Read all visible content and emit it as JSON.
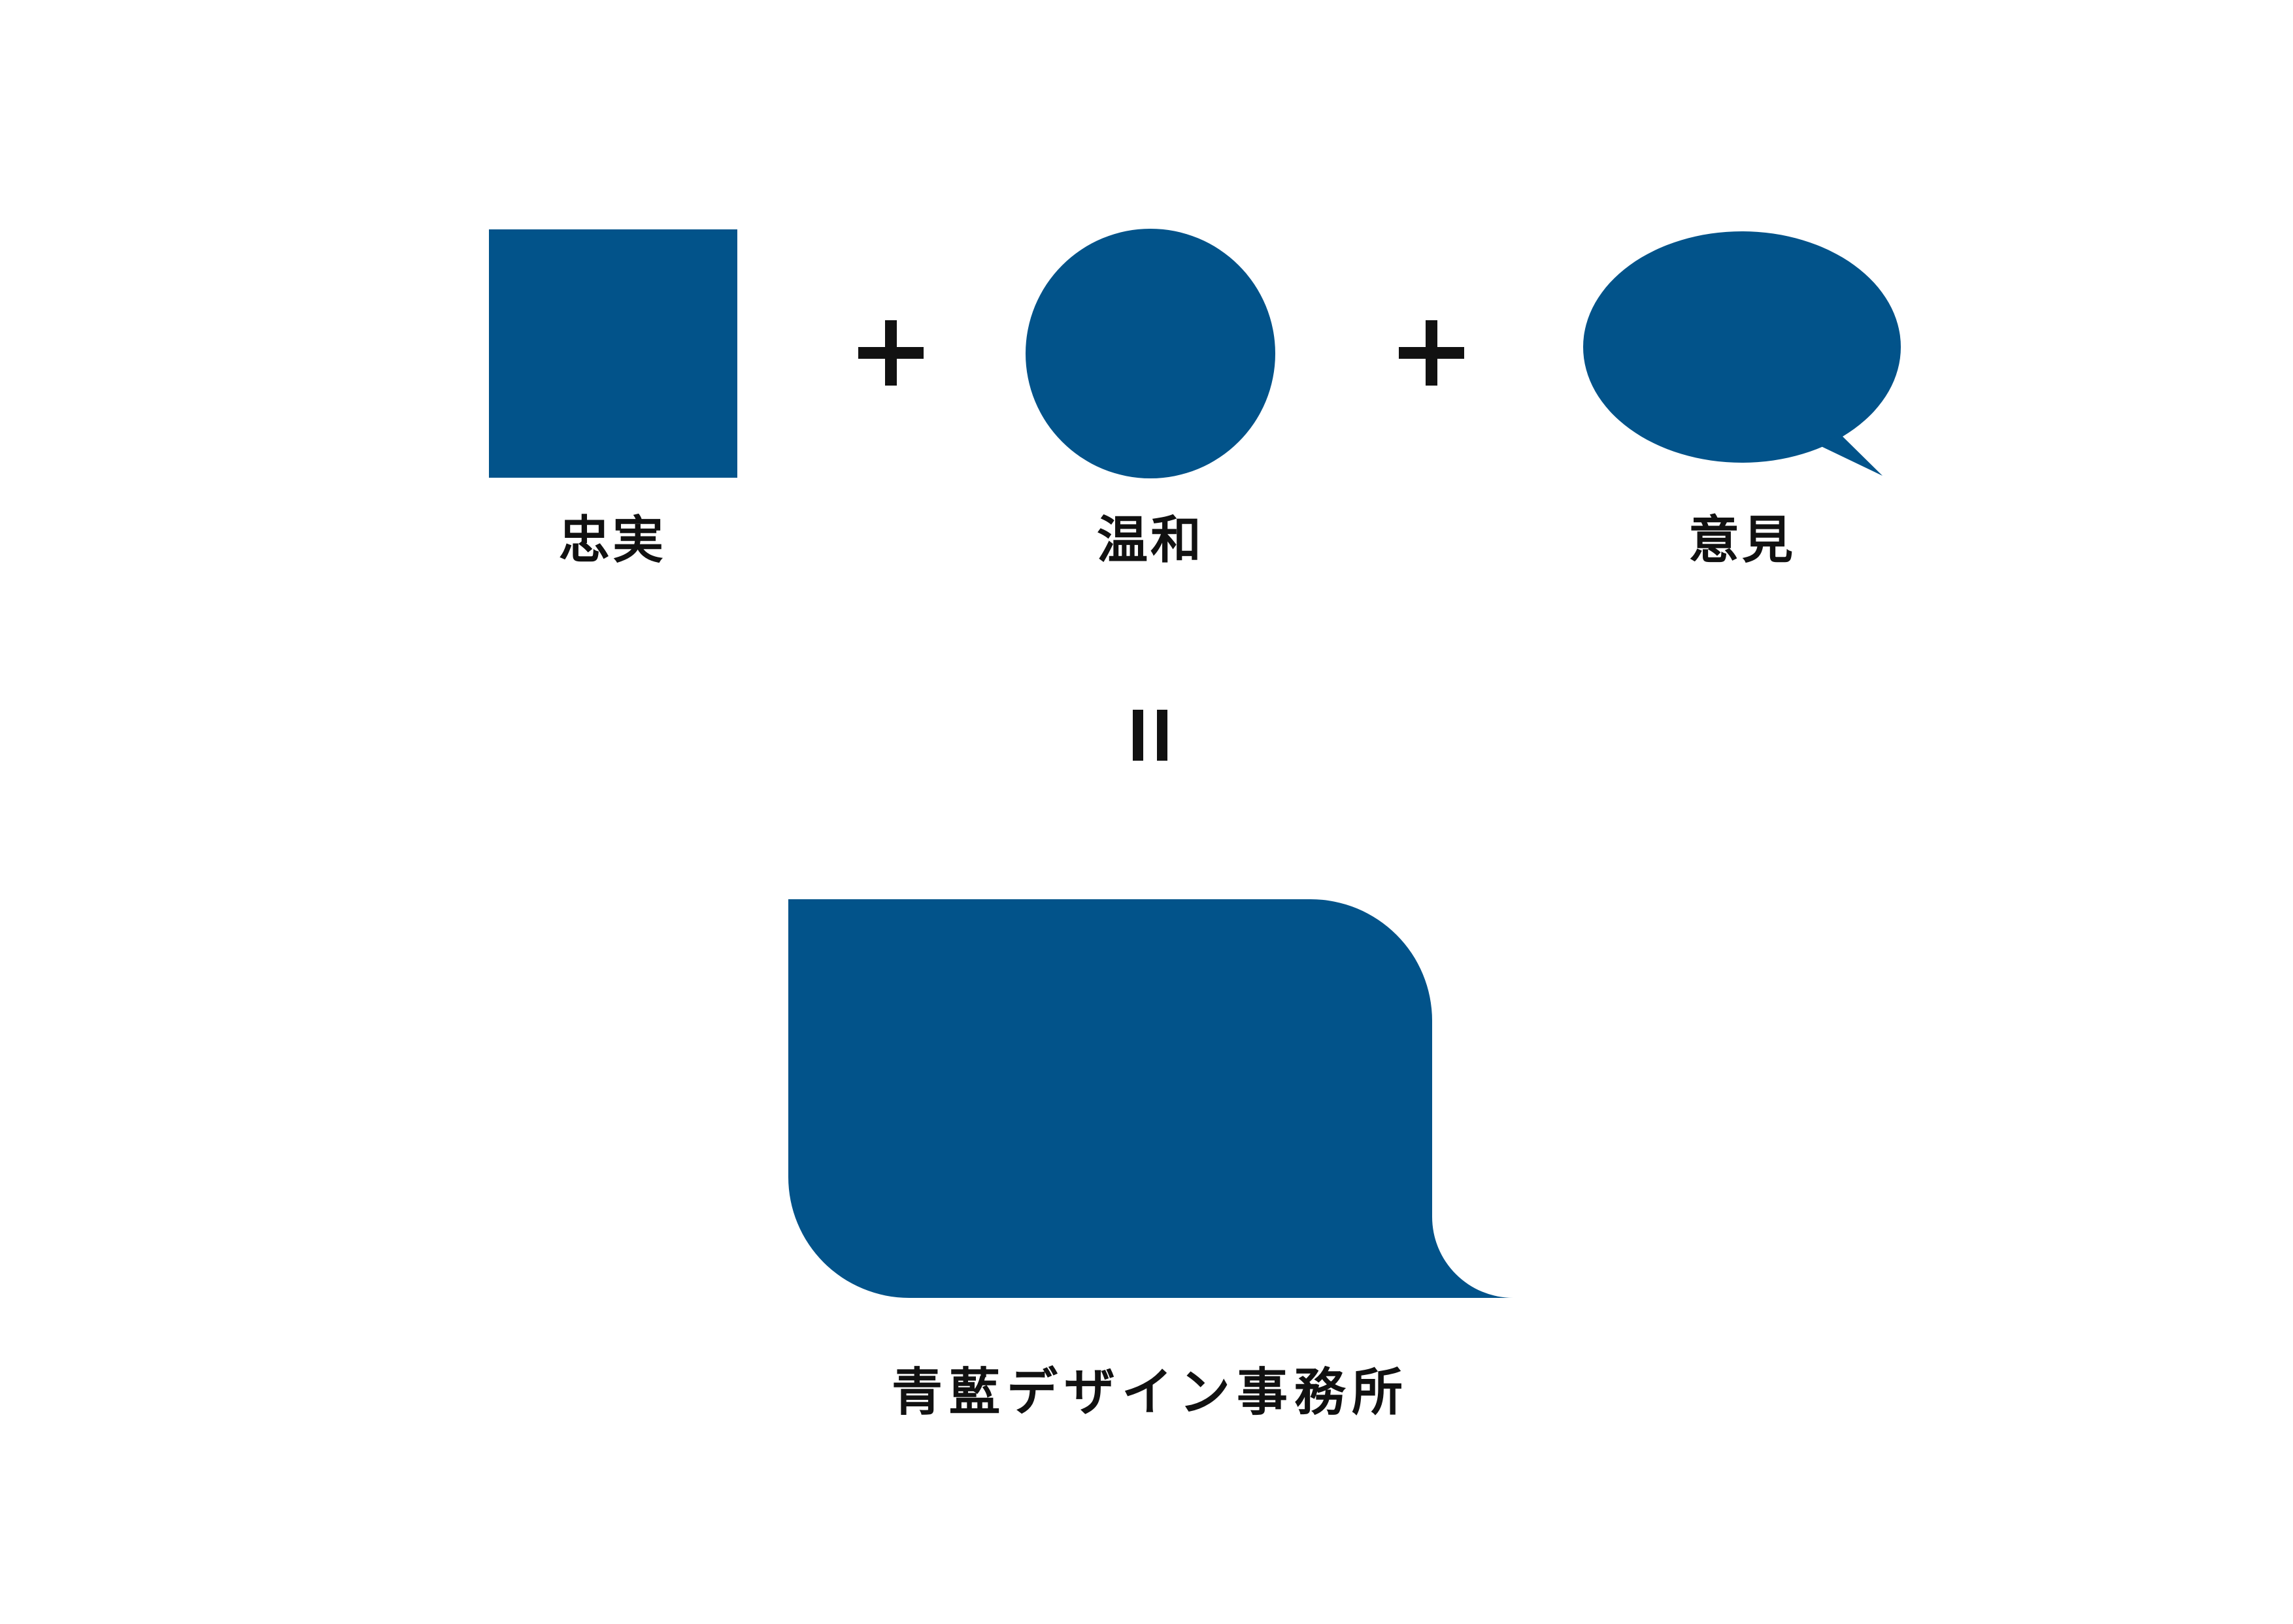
{
  "brand_color": "#02538A",
  "operator_color": "#111111",
  "elements": [
    {
      "shape": "square-icon",
      "label": "忠実"
    },
    {
      "shape": "circle-icon",
      "label": "温和"
    },
    {
      "shape": "speech-bubble-icon",
      "label": "意見"
    }
  ],
  "result": {
    "shape": "combined-logo-mark",
    "label": "青藍デザイン事務所"
  }
}
